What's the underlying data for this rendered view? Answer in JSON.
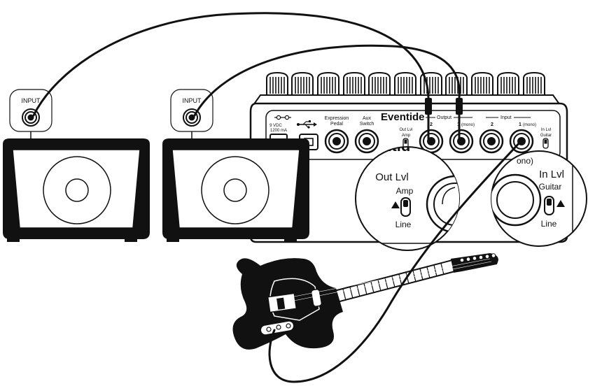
{
  "amps": [
    {
      "input_label": "INPUT"
    },
    {
      "input_label": "INPUT"
    }
  ],
  "pedal": {
    "power_line1": "9 VDC",
    "power_line2": "1200 mA",
    "expression_line1": "Expression",
    "expression_line2": "Pedal",
    "aux_line1": "Aux",
    "aux_line2": "Switch",
    "brand": "Eventide",
    "output_header": "Output",
    "input_header": "Input",
    "output_2": "2",
    "output_1": "1",
    "output_1_suffix": "(mono)",
    "input_2": "2",
    "input_1": "1",
    "input_1_suffix": "(mono)",
    "out_lvl": "Out Lvl",
    "out_amp": "Amp",
    "in_lvl": "In Lvl",
    "in_guitar": "Guitar"
  },
  "zoom_left": {
    "title": "Out Lvl",
    "top_label": "Amp",
    "bottom_label": "Line",
    "partial_text": "ntid"
  },
  "zoom_right": {
    "title": "In Lvl",
    "top_label": "Guitar",
    "bottom_label": "Line",
    "partial_text": "ono)"
  },
  "icons": [
    "power-polarity-icon",
    "usb-icon",
    "speaker-cone-icon",
    "jack-icon",
    "guitar-icon"
  ]
}
